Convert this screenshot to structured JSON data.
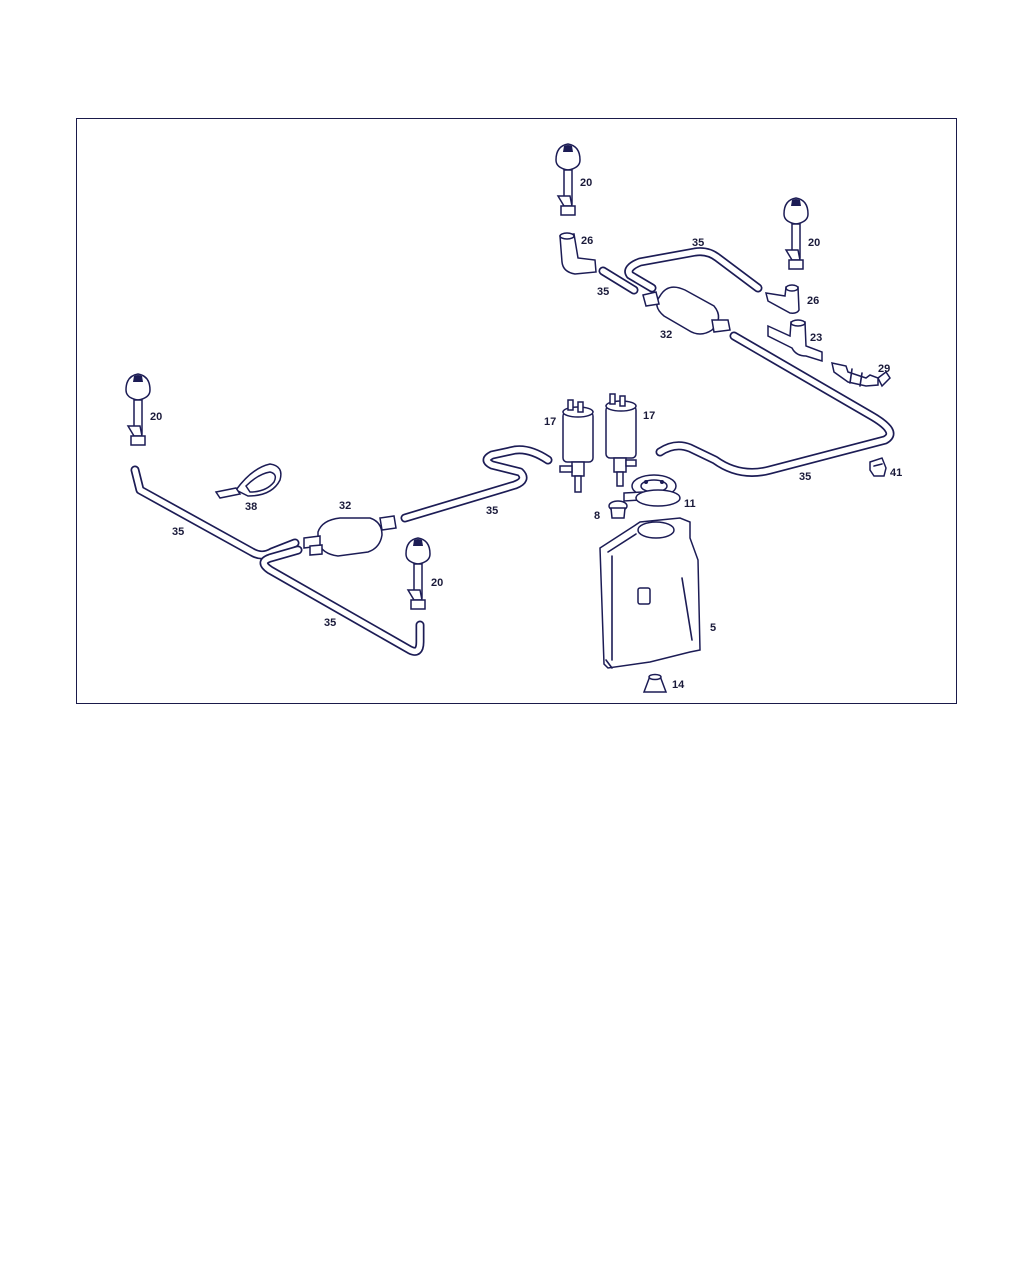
{
  "callouts": [
    {
      "label": "20"
    },
    {
      "label": "26"
    },
    {
      "label": "35"
    },
    {
      "label": "20"
    },
    {
      "label": "35"
    },
    {
      "label": "26"
    },
    {
      "label": "32"
    },
    {
      "label": "23"
    },
    {
      "label": "29"
    },
    {
      "label": "20"
    },
    {
      "label": "17"
    },
    {
      "label": "17"
    },
    {
      "label": "41"
    },
    {
      "label": "35"
    },
    {
      "label": "38"
    },
    {
      "label": "32"
    },
    {
      "label": "35"
    },
    {
      "label": "11"
    },
    {
      "label": "8"
    },
    {
      "label": "35"
    },
    {
      "label": "20"
    },
    {
      "label": "5"
    },
    {
      "label": "35"
    },
    {
      "label": "14"
    }
  ],
  "colors": {
    "line": "#1c1c55",
    "frame": "#1a1a4a",
    "background": "#ffffff"
  }
}
